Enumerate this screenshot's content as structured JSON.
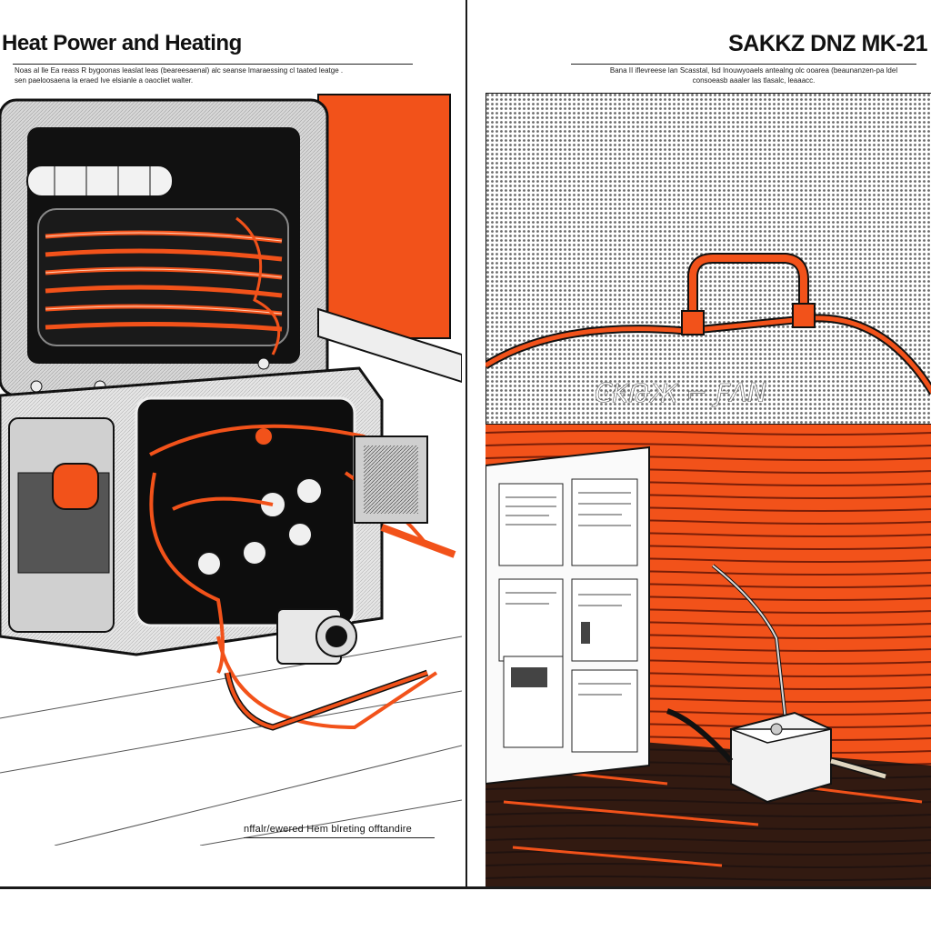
{
  "left_panel": {
    "title": "Heat Power and Heating",
    "caption_lines": [
      "Noas al lle Ea reass R bygoonas leaslat leas (beareesaenal) alc seanse lmaraessing cl taated leatge .",
      "sen paeloosaena la eraed Ive elsianle a oaocliet walter."
    ],
    "footer_caption": "nffalr/ewered Hem blreting offtandire"
  },
  "right_panel": {
    "title": "SAKKZ DNZ MK-21",
    "caption_lines": [
      "Bana II iflevreese lan Scasstal, lsd Inouwyoaels antealng olc ooarea (beaunanzen-pa ldel",
      "consoeasb aaaler las tlasalc, leaaacc."
    ],
    "chalk_text": "Ͼ₭ԹЖ ⌐ ƑΛΝ"
  },
  "colors": {
    "accent_orange": "#f2521a",
    "ink": "#111111",
    "paper": "#ffffff",
    "halftone_grey": "#bdbdbd"
  }
}
